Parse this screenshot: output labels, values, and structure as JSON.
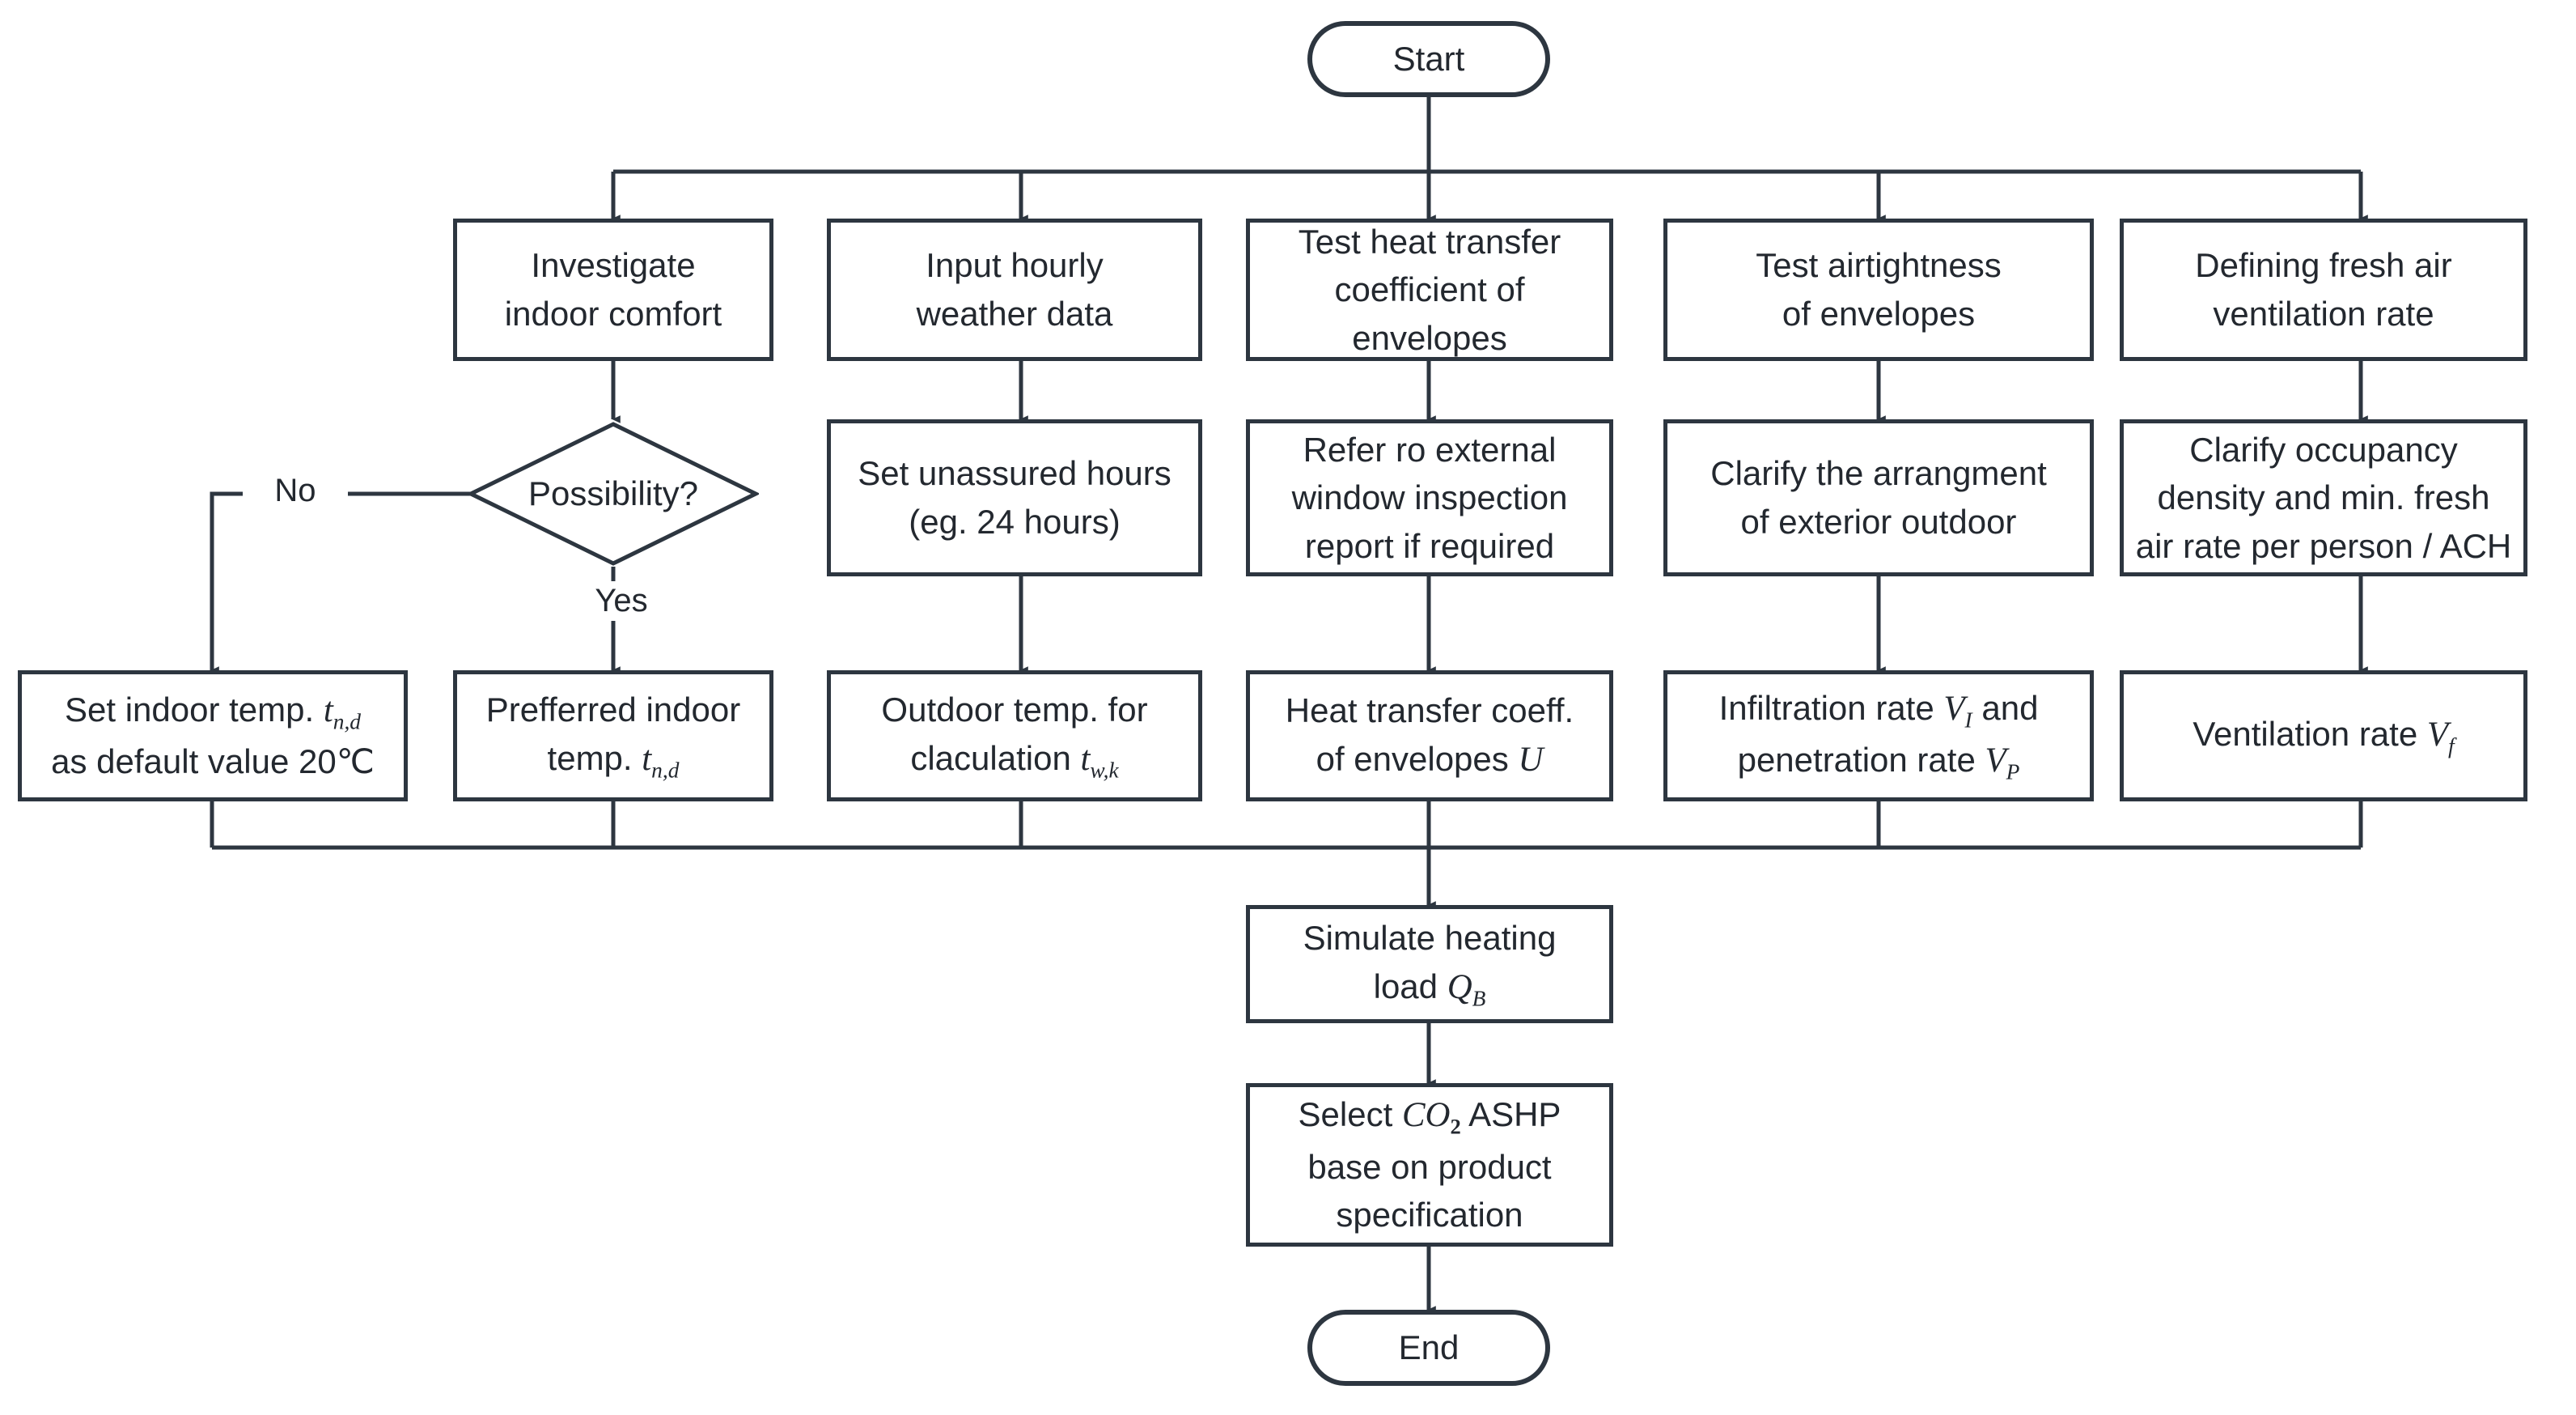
{
  "diagram": {
    "title": "Heating load simulation and CO2 ASHP selection flowchart",
    "colors": {
      "border": "#2d3640",
      "text": "#23282f",
      "background": "#ffffff",
      "edge": "#2d3640"
    },
    "start_label": "Start",
    "end_label": "End",
    "branches": [
      {
        "id": "comfort",
        "step1": "Investigate\nindoor comfort",
        "decision": "Possibility?",
        "yes_label": "Yes",
        "no_label": "No",
        "no_result": "Set indoor temp. t(n,d)\nas default value 20℃",
        "yes_result": "Prefferred indoor\ntemp. t(n,d)"
      },
      {
        "id": "weather",
        "step1": "Input hourly\nweather data",
        "step2": "Set unassured hours\n(eg. 24 hours)",
        "step3": "Outdoor temp. for\nclaculation t(w,k)"
      },
      {
        "id": "heat-transfer",
        "step1": "Test heat transfer\ncoefficient of\nenvelopes",
        "step2": "Refer ro external\nwindow inspection\nreport if required",
        "step3": "Heat transfer coeff.\nof envelopes U"
      },
      {
        "id": "airtightness",
        "step1": "Test airtightness\nof envelopes",
        "step2": "Clarify the arrangment\nof exterior outdoor",
        "step3": "Infiltration rate V(I) and\npenetration rate V(P)"
      },
      {
        "id": "ventilation",
        "step1": "Defining fresh air\nventilation rate",
        "step2": "Clarify occupancy\ndensity and min. fresh\nair rate per person / ACH",
        "step3": "Ventilation rate V(f)"
      }
    ],
    "merge_steps": [
      {
        "id": "simulate",
        "label": "Simulate heating\nload Q(B)"
      },
      {
        "id": "select",
        "label": "Select CO2 ASHP\nbase on product\nspecification"
      }
    ]
  }
}
